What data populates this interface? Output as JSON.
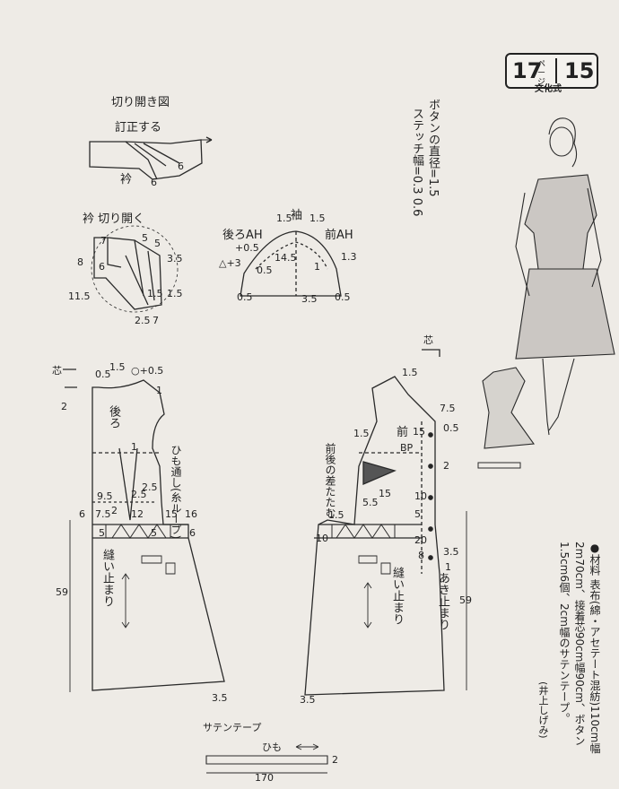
{
  "page_box": {
    "left_num": "17",
    "unit": "ページ",
    "right_num": "15",
    "method": "文化式"
  },
  "notes": {
    "button_note": "ボタンの直径=1.5",
    "stitch_note": "ステッチ幅=0.3 0.6"
  },
  "collar_diagram": {
    "title": "切り開き図",
    "correct_label": "訂正する",
    "collar_label": "衿",
    "n6a": "6",
    "n6b": "6"
  },
  "collar_open": {
    "label": "衿 切り開く",
    "n7": "7",
    "n5a": "5",
    "n5b": "5",
    "n8": "8",
    "n6": "6",
    "n35": "3.5",
    "n115": "11.5",
    "n15a": "1.5",
    "n15b": "1.5",
    "n25": "2.5",
    "n7b": "7"
  },
  "sleeve": {
    "sleeve_label": "袖",
    "back_ah": "後ろAH",
    "back_ah_plus": "+0.5",
    "front_ah": "前AH",
    "delta": "△+3",
    "n15a": "1.5",
    "n15b": "1.5",
    "n145": "14.5",
    "n05a": "0.5",
    "n05b": "0.5",
    "n05c": "0.5",
    "n1": "1",
    "n13": "1.3",
    "n35": "3.5"
  },
  "back_bodice": {
    "label": "後ろ",
    "loop_label": "ひも通し(糸ループ)",
    "seam_label": "縫い止まり",
    "n05": "0.5",
    "n15": "1.5",
    "n05b": "○+0.5",
    "n1": "1",
    "n1b": "1",
    "n95": "9.5",
    "n25a": "2.5",
    "n25b": "2.5",
    "n6": "6",
    "n75": "7.5",
    "n2": "2",
    "n12": "12",
    "n15c": "15",
    "n16": "16",
    "n5": "5",
    "n5b": "5",
    "n6b": "6",
    "n59": "59",
    "n35": "3.5",
    "seam_sym": "芯",
    "n2b": "2"
  },
  "front_bodice": {
    "label": "前",
    "diff_label": "前後の差たたむ",
    "open_label": "あき止まり",
    "seam_label": "縫い止まり",
    "bp": "BP",
    "n15a": "1.5",
    "n75": "7.5",
    "n05": "0.5",
    "n15b": "15",
    "n15c": "1.5",
    "n2": "2",
    "n10": "10",
    "n15d": "15",
    "n55": "5.5",
    "n15e": "1.5",
    "n5": "5",
    "n10b": "10",
    "n20": "20",
    "n35": "3.5",
    "n8": "8",
    "n1": "1",
    "n59": "59",
    "n35b": "3.5",
    "core": "芯"
  },
  "materials": {
    "text": "●材料 表布(綿・アセテート混紡)110cm幅2m70cm、接着芯90cm幅90cm、ボタン1.5cm6個、2cm幅のサテンテープ。",
    "credit": "(井上しげみ)"
  },
  "tape": {
    "label": "サテンテープ",
    "himo": "ひも",
    "n2": "2",
    "n170": "170"
  }
}
